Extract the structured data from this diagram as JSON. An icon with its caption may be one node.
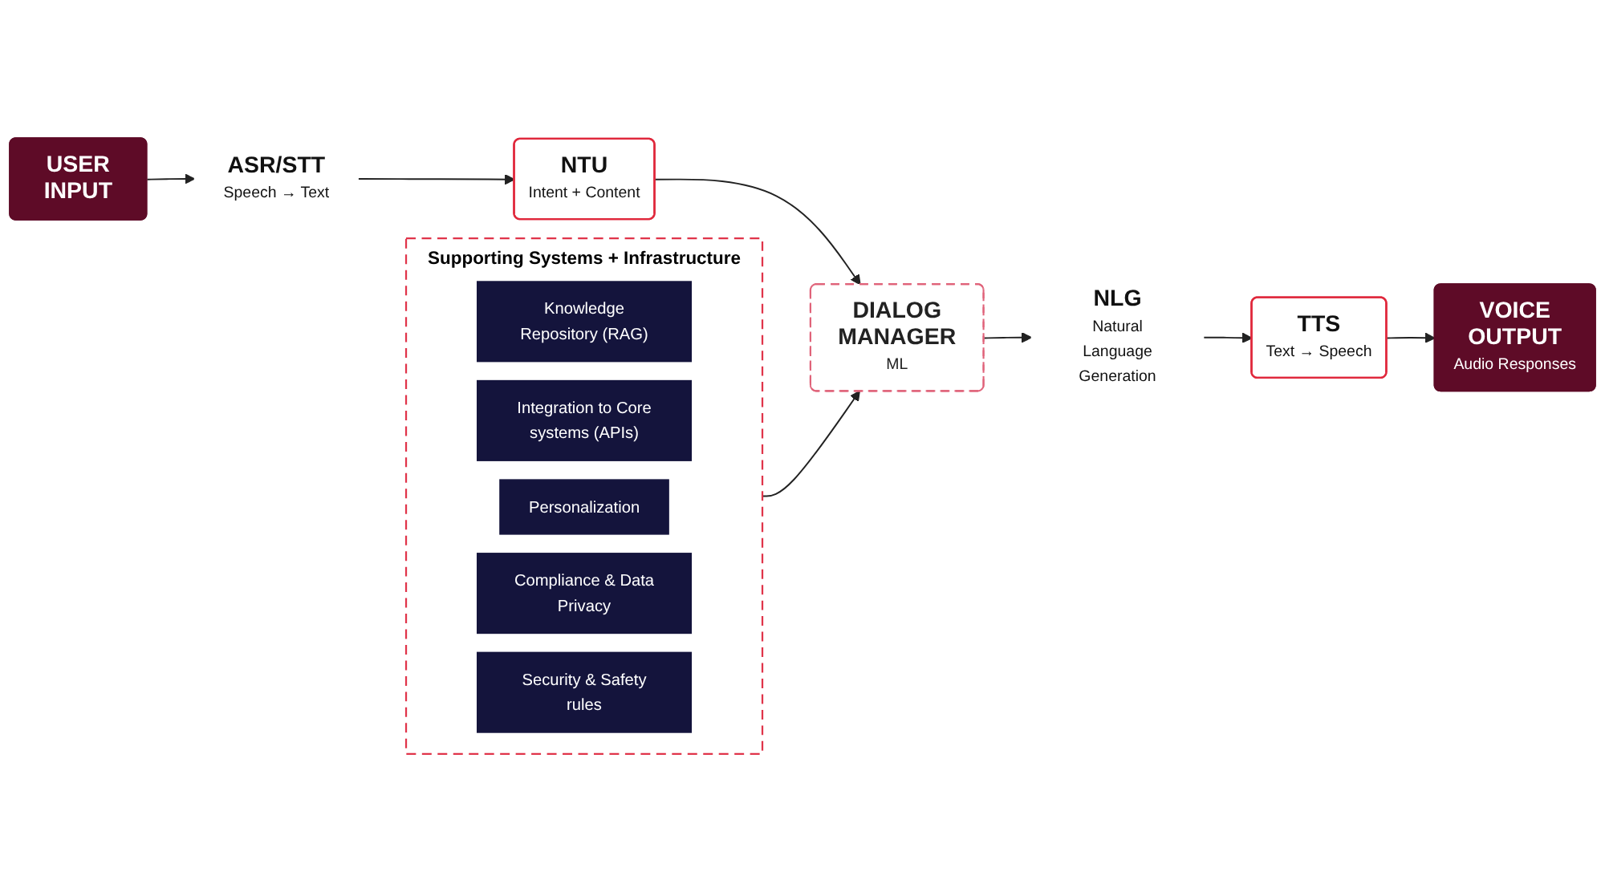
{
  "diagram": {
    "nodes": [
      {
        "text": [
          "USER INPUT"
        ]
      },
      {
        "text": [
          "ASR/STT",
          "Speech → Text"
        ]
      },
      {
        "text": [
          "NTU",
          "Intent + Content"
        ]
      },
      {
        "text": [
          "DIALOG MANAGER",
          "ML"
        ]
      },
      {
        "text": [
          "NLG",
          "Natural Language Generation"
        ]
      },
      {
        "text": [
          "TTS",
          "Text → Speech"
        ]
      },
      {
        "text": [
          "VOICE OUTPUT",
          "Audio Responses"
        ]
      },
      {
        "text": [
          "Supporting Systems + Infrastructure"
        ]
      },
      {
        "text": [
          "Knowledge Repository (RAG)"
        ],
        "in": 7
      },
      {
        "text": [
          "Integration to Core systems (APIs)"
        ],
        "in": 7
      },
      {
        "text": [
          "Personalization"
        ],
        "in": 7
      },
      {
        "text": [
          "Compliance & Data Privacy"
        ],
        "in": 7
      },
      {
        "text": [
          "Security & Safety rules"
        ],
        "in": 7
      }
    ],
    "edges": [
      {
        "from": 0,
        "to": 1,
        "arrow": "to"
      },
      {
        "from": 1,
        "to": 2,
        "arrow": "to"
      },
      {
        "from": 2,
        "to": 3,
        "arrow": "to"
      },
      {
        "from": 3,
        "to": 4,
        "arrow": "to"
      },
      {
        "from": 4,
        "to": 5,
        "arrow": "to"
      },
      {
        "from": 5,
        "to": 6,
        "arrow": "to"
      },
      {
        "from": 7,
        "to": 3,
        "arrow": "to"
      }
    ]
  }
}
